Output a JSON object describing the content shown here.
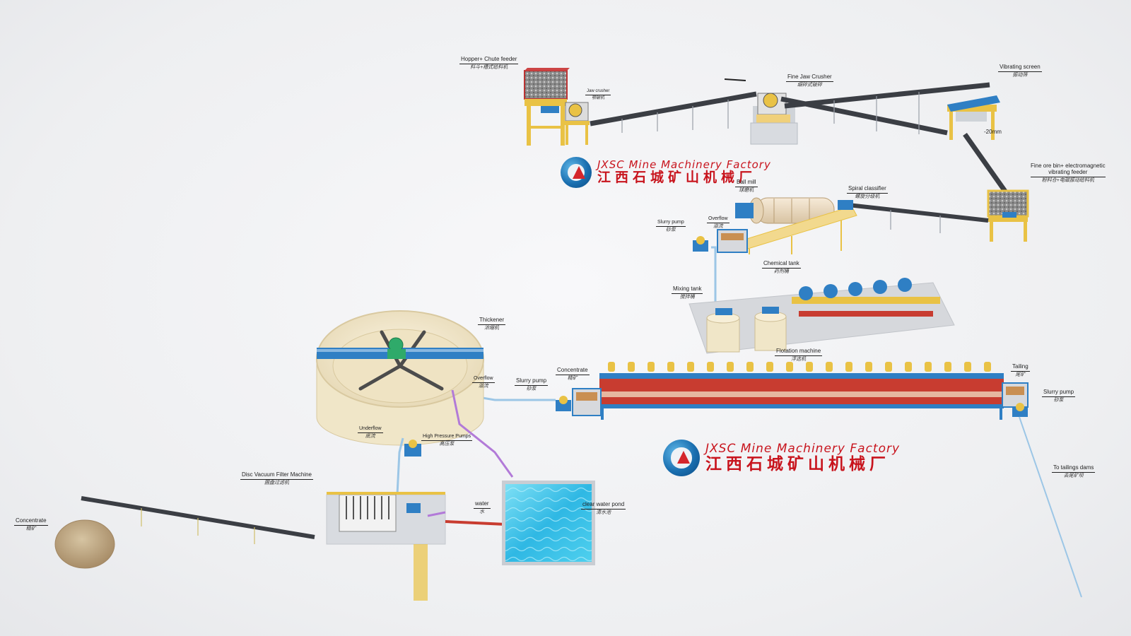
{
  "brand": {
    "en": "JXSC Mine Machinery Factory",
    "cn": "江西石城矿山机械厂"
  },
  "labels": {
    "hopper_feeder": {
      "en": "Hopper+ Chute feeder",
      "cn": "料斗+槽式给料机"
    },
    "jaw_crusher": {
      "en": "Jaw crusher",
      "cn": "颚破机"
    },
    "fine_jaw_crusher": {
      "en": "Fine Jaw Crusher",
      "cn": "细碎式破碎"
    },
    "vibrating_screen": {
      "en": "Vibrating screen",
      "cn": "振动筛"
    },
    "size_20mm": {
      "en": "-20mm"
    },
    "fine_ore_bin": {
      "en1": "Fine ore bin+ electromagnetic",
      "en2": "vibrating feeder",
      "cn": "粉料仓+电磁振动给料机"
    },
    "ball_mill": {
      "en": "Ball mill",
      "cn": "球磨机"
    },
    "spiral_classifier": {
      "en": "Spiral classifier",
      "cn": "螺旋分级机"
    },
    "overflow_top": {
      "en": "Overflow",
      "cn": "溢流"
    },
    "slurry_pump_top": {
      "en": "Slurry pump",
      "cn": "砂泵"
    },
    "chemical_tank": {
      "en": "Chemical tank",
      "cn": "药剂桶"
    },
    "mixing_tank": {
      "en": "Mixing tank",
      "cn": "搅拌桶"
    },
    "flotation_machine": {
      "en": "Flotation machine",
      "cn": "浮选机"
    },
    "concentrate_mid": {
      "en": "Concentrate",
      "cn": "精矿"
    },
    "tailing": {
      "en": "Tailing",
      "cn": "尾矿"
    },
    "slurry_pump_right": {
      "en": "Slurry pump",
      "cn": "砂泵"
    },
    "slurry_pump_mid": {
      "en": "Slurry pump",
      "cn": "砂泵"
    },
    "thickener": {
      "en": "Thickener",
      "cn": "浓缩机"
    },
    "overflow_mid": {
      "en": "Overflow",
      "cn": "溢流"
    },
    "underflow": {
      "en": "Underflow",
      "cn": "底流"
    },
    "high_pressure_pumps": {
      "en": "High Pressure Pumps",
      "cn": "高压泵"
    },
    "disc_filter": {
      "en": "Disc Vacuum Filter Machine",
      "cn": "圆盘过滤机"
    },
    "concentrate_pile": {
      "en": "Concentrate",
      "cn": "精矿"
    },
    "water": {
      "en": "water",
      "cn": "水"
    },
    "clear_water_pond": {
      "en": "clear water pond",
      "cn": "清水池"
    },
    "tailings_dams": {
      "en": "To tailings dams",
      "cn": "去尾矿坝"
    }
  },
  "colors": {
    "steel_yellow": "#e9c245",
    "machine_blue": "#2f7fc4",
    "pipe_blue": "#9cc6e6",
    "conveyor_dark": "#3b3e44",
    "flotation_red": "#c83c30",
    "water_cyan": "#3fc6e8",
    "thickener_cream": "#f0e6c8",
    "pipe_purple": "#b27ad8",
    "brand_red": "#c8141d"
  }
}
